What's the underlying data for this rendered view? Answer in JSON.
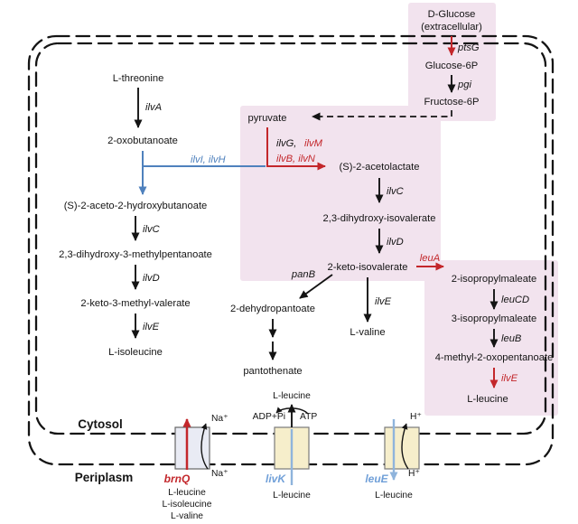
{
  "colors": {
    "overexpress_red": "#c3272b",
    "ahas3_blue": "#4f81bd",
    "transport_light_blue": "#8fb4dc",
    "highlight_pink": "#f2e3ee",
    "transporter_yellow": "#f6eecb"
  },
  "glucose": {
    "m1a": "D-Glucose",
    "m1b": "(extracellular)",
    "g1": "ptsG",
    "m2": "Glucose-6P",
    "g2": "pgi",
    "m3": "Fructose-6P"
  },
  "ile": {
    "m1": "L-threonine",
    "g1": "ilvA",
    "m2": "2-oxobutanoate",
    "g2": "ilvI, ilvH",
    "m3": "(S)-2-aceto-2-hydroxybutanoate",
    "g3": "ilvC",
    "m4": "2,3-dihydroxy-3-methylpentanoate",
    "g4": "ilvD",
    "m5": "2-keto-3-methyl-valerate",
    "g5": "ilvE",
    "m6": "L-isoleucine"
  },
  "val": {
    "m1": "pyruvate",
    "gA": "ilvG,",
    "gB": "ilvM",
    "gC": "ilvB, ilvN",
    "m2": "(S)-2-acetolactate",
    "g2": "ilvC",
    "m3": "2,3-dihydroxy-isovalerate",
    "g3": "ilvD",
    "m4": "2-keto-isovalerate",
    "g4": "ilvE",
    "m5": "L-valine"
  },
  "pan": {
    "g1": "panB",
    "m1": "2-dehydropantoate",
    "m2": "pantothenate"
  },
  "leu": {
    "g1": "leuA",
    "m1": "2-isopropylmaleate",
    "g2": "leuCD",
    "m2": "3-isopropylmaleate",
    "g3": "leuB",
    "m3": "4-methyl-2-oxopentanoate",
    "g4": "ilvE",
    "m4": "L-leucine"
  },
  "compartments": {
    "cytosol": "Cytosol",
    "periplasm": "Periplasm"
  },
  "transport": {
    "brnQ": {
      "label": "brnQ",
      "na_top": "Na⁺",
      "na_bottom": "Na⁺",
      "s1": "L-leucine",
      "s2": "L-isoleucine",
      "s3": "L-valine"
    },
    "livK": {
      "label": "livK",
      "top": "L-leucine",
      "adp": "ADP+Pi",
      "atp": "ATP",
      "bottom": "L-leucine"
    },
    "leuE": {
      "label": "leuE",
      "h_top": "H⁺",
      "h_bottom": "H⁺",
      "bottom": "L-leucine"
    }
  }
}
